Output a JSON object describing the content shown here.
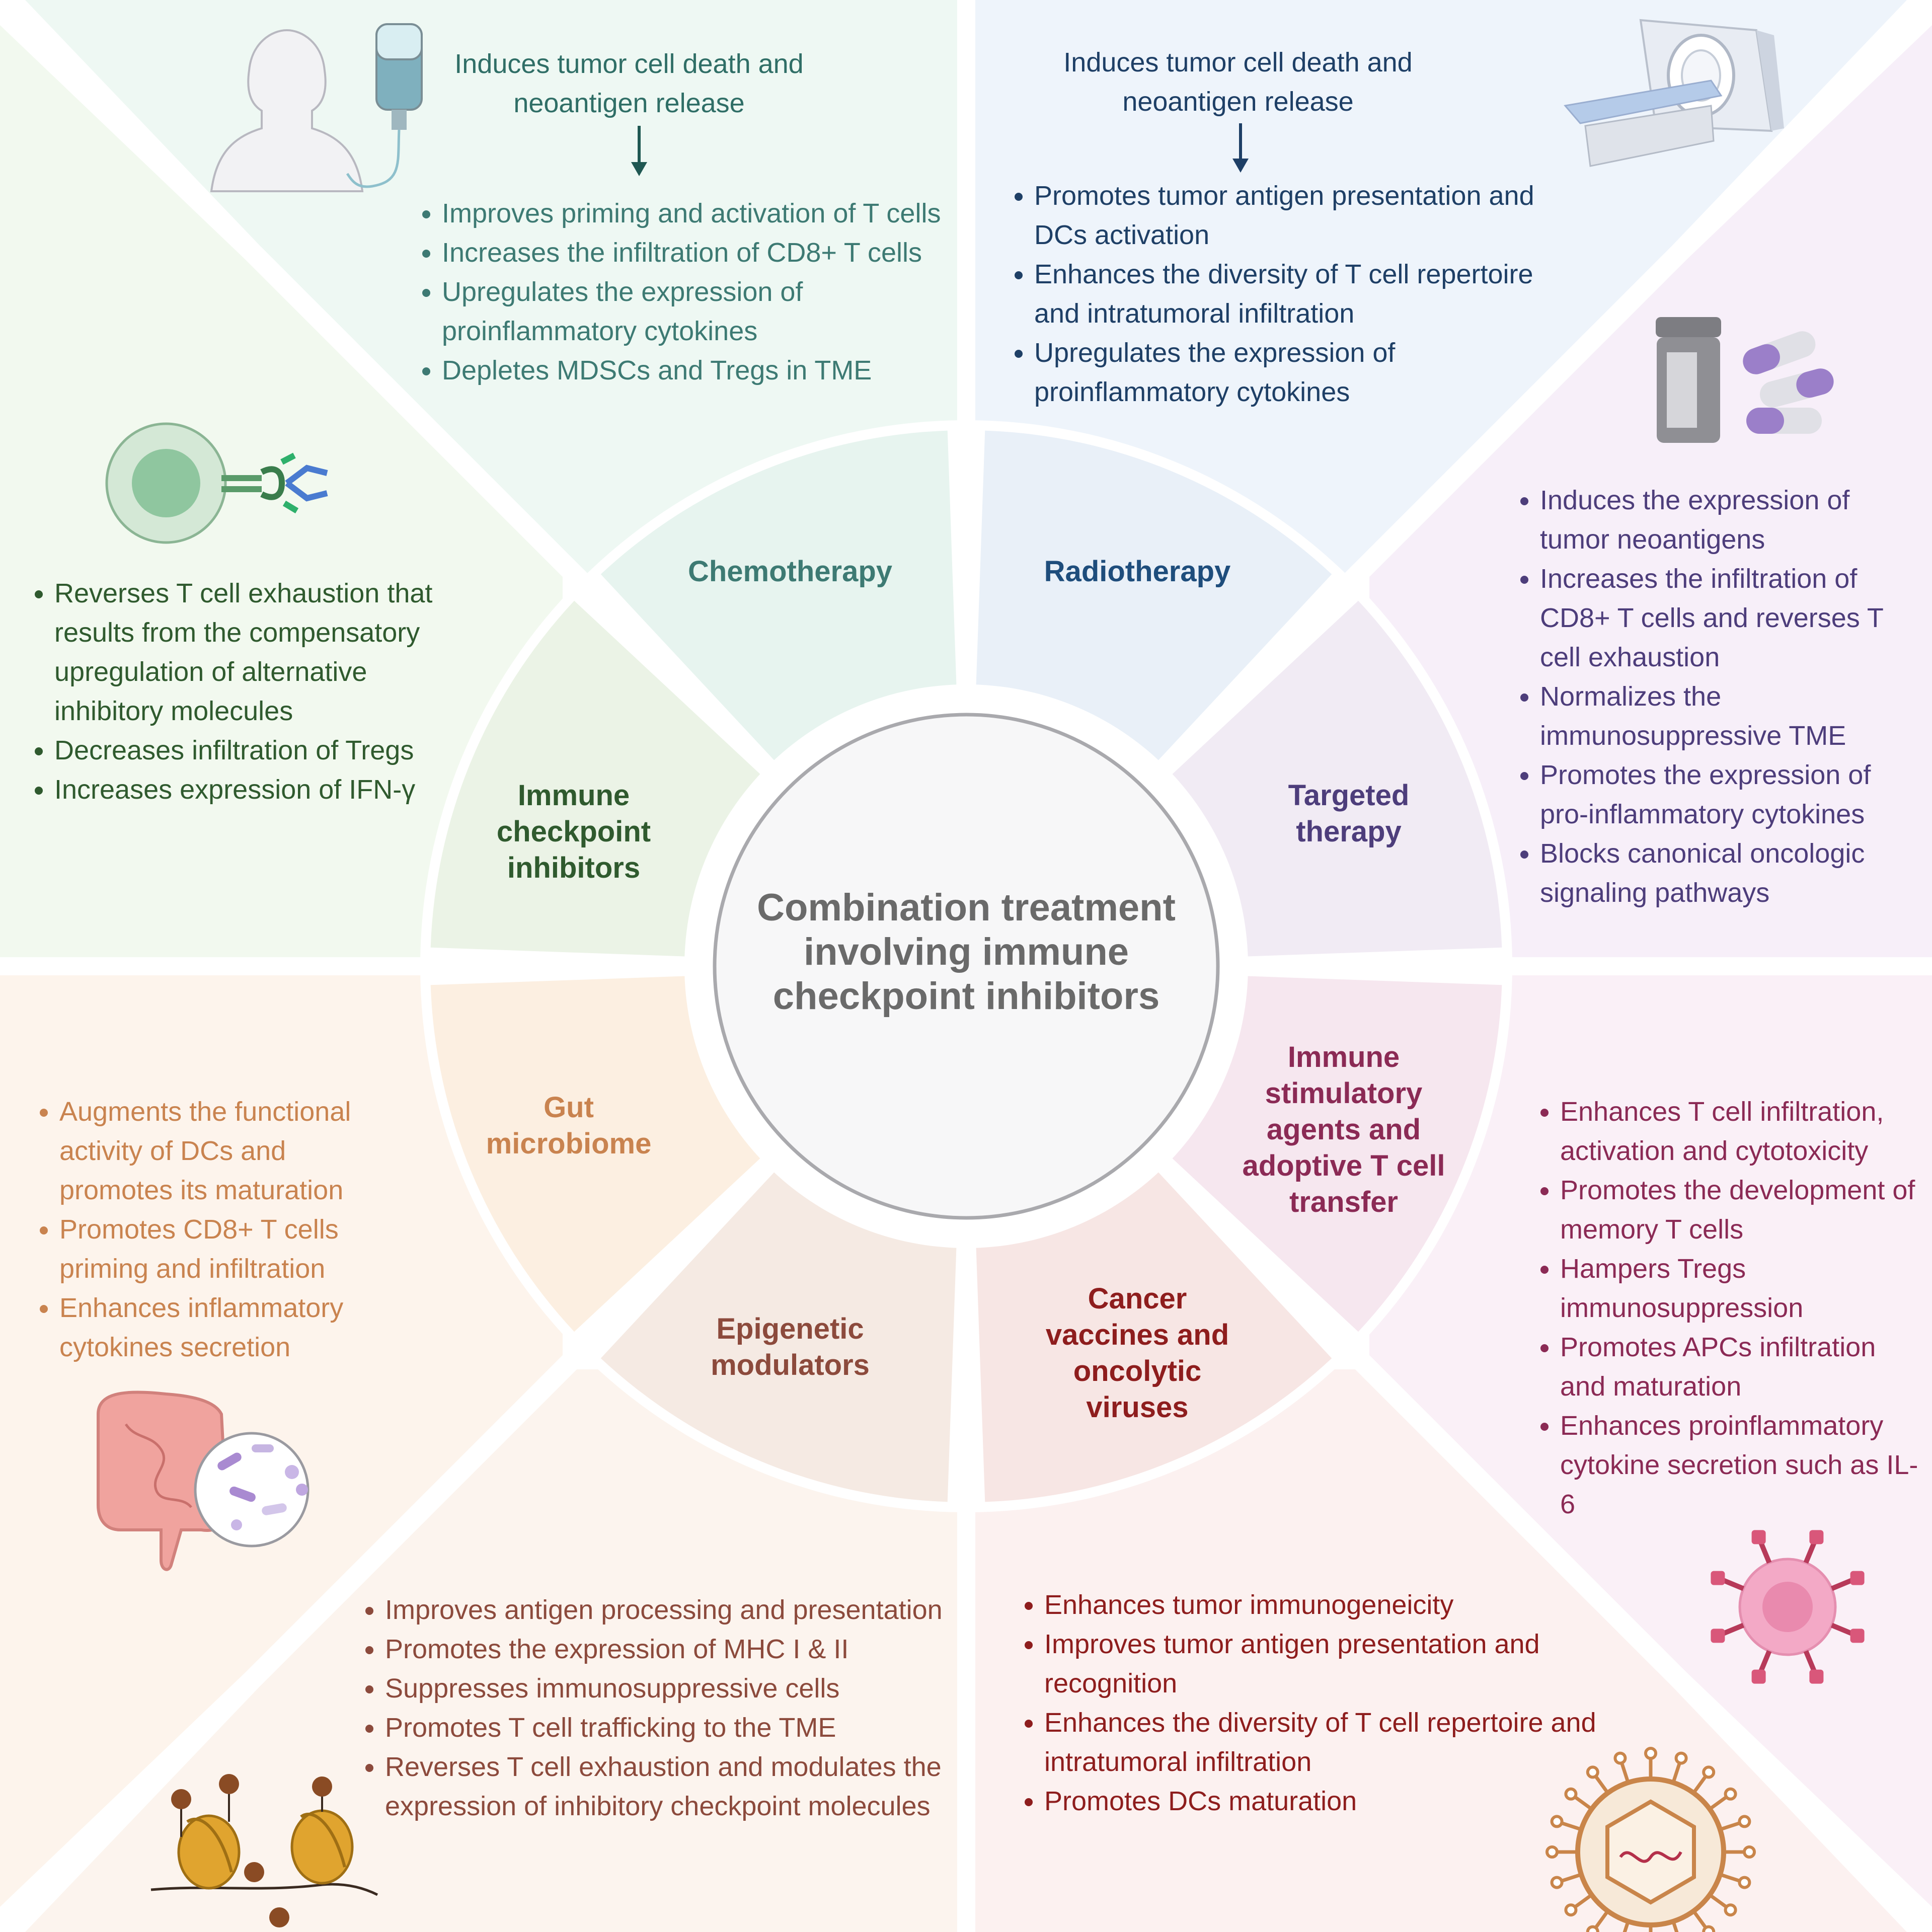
{
  "center": {
    "title": "Combination treatment involving immune checkpoint inhibitors"
  },
  "colors": {
    "chemo": "#2f6e66",
    "radio": "#1e4d7c",
    "targeted": "#4d3d7b",
    "immune_stim": "#8b2a55",
    "vaccines": "#8e1d1d",
    "epigenetic": "#8c4a3c",
    "gut": "#c9834f",
    "ici": "#2f5a2e"
  },
  "segments": {
    "chemotherapy": "Chemotherapy",
    "radiotherapy": "Radiotherapy",
    "targeted_therapy": "Targeted therapy",
    "immune_stimulatory": "Immune stimulatory agents and adoptive T cell transfer",
    "cancer_vaccines": "Cancer vaccines and oncolytic viruses",
    "epigenetic_modulators": "Epigenetic modulators",
    "gut_microbiome": "Gut microbiome",
    "immune_checkpoint_inhibitors": "Immune checkpoint inhibitors"
  },
  "panels": {
    "chemotherapy": {
      "intro": "Induces tumor cell death and neoantigen release",
      "bullets": [
        "Improves priming and activation of T cells",
        "Increases the infiltration of CD8+ T cells",
        "Upregulates the expression of proinflammatory cytokines",
        "Depletes MDSCs and Tregs in TME"
      ]
    },
    "radiotherapy": {
      "intro": "Induces tumor cell death and neoantigen release",
      "bullets": [
        "Promotes tumor antigen presentation and DCs activation",
        "Enhances the diversity of T cell repertoire and intratumoral infiltration",
        "Upregulates the expression of proinflammatory cytokines"
      ]
    },
    "targeted_therapy": {
      "bullets": [
        "Induces the expression of tumor neoantigens",
        "Increases the infiltration of CD8+ T cells and reverses T cell exhaustion",
        "Normalizes the immunosuppressive TME",
        "Promotes the expression of pro-inflammatory cytokines",
        "Blocks canonical oncologic signaling pathways"
      ]
    },
    "immune_stimulatory": {
      "bullets": [
        "Enhances T cell infiltration, activation and cytotoxicity",
        "Promotes the development of memory T cells",
        "Hampers Tregs immunosuppression",
        "Promotes APCs infiltration and maturation",
        "Enhances proinflammatory cytokine secretion such as IL-6"
      ]
    },
    "cancer_vaccines": {
      "bullets": [
        "Enhances tumor immunogeneicity",
        "Improves tumor antigen presentation and recognition",
        "Enhances the diversity of T cell repertoire and intratumoral infiltration",
        "Promotes DCs maturation"
      ]
    },
    "epigenetic_modulators": {
      "bullets": [
        "Improves antigen processing and presentation",
        "Promotes the expression of MHC I & II",
        "Suppresses immunosuppressive cells",
        "Promotes T cell trafficking to the TME",
        "Reverses T cell exhaustion and modulates the expression of inhibitory checkpoint molecules"
      ]
    },
    "gut_microbiome": {
      "bullets": [
        "Augments the functional activity of DCs and promotes its maturation",
        "Promotes CD8+ T cells priming and infiltration",
        "Enhances inflammatory cytokines secretion"
      ]
    },
    "immune_checkpoint_inhibitors": {
      "bullets": [
        "Reverses T cell exhaustion that results from the compensatory upregulation of alternative inhibitory molecules",
        "Decreases infiltration of Tregs",
        "Increases expression of IFN-γ"
      ]
    }
  }
}
